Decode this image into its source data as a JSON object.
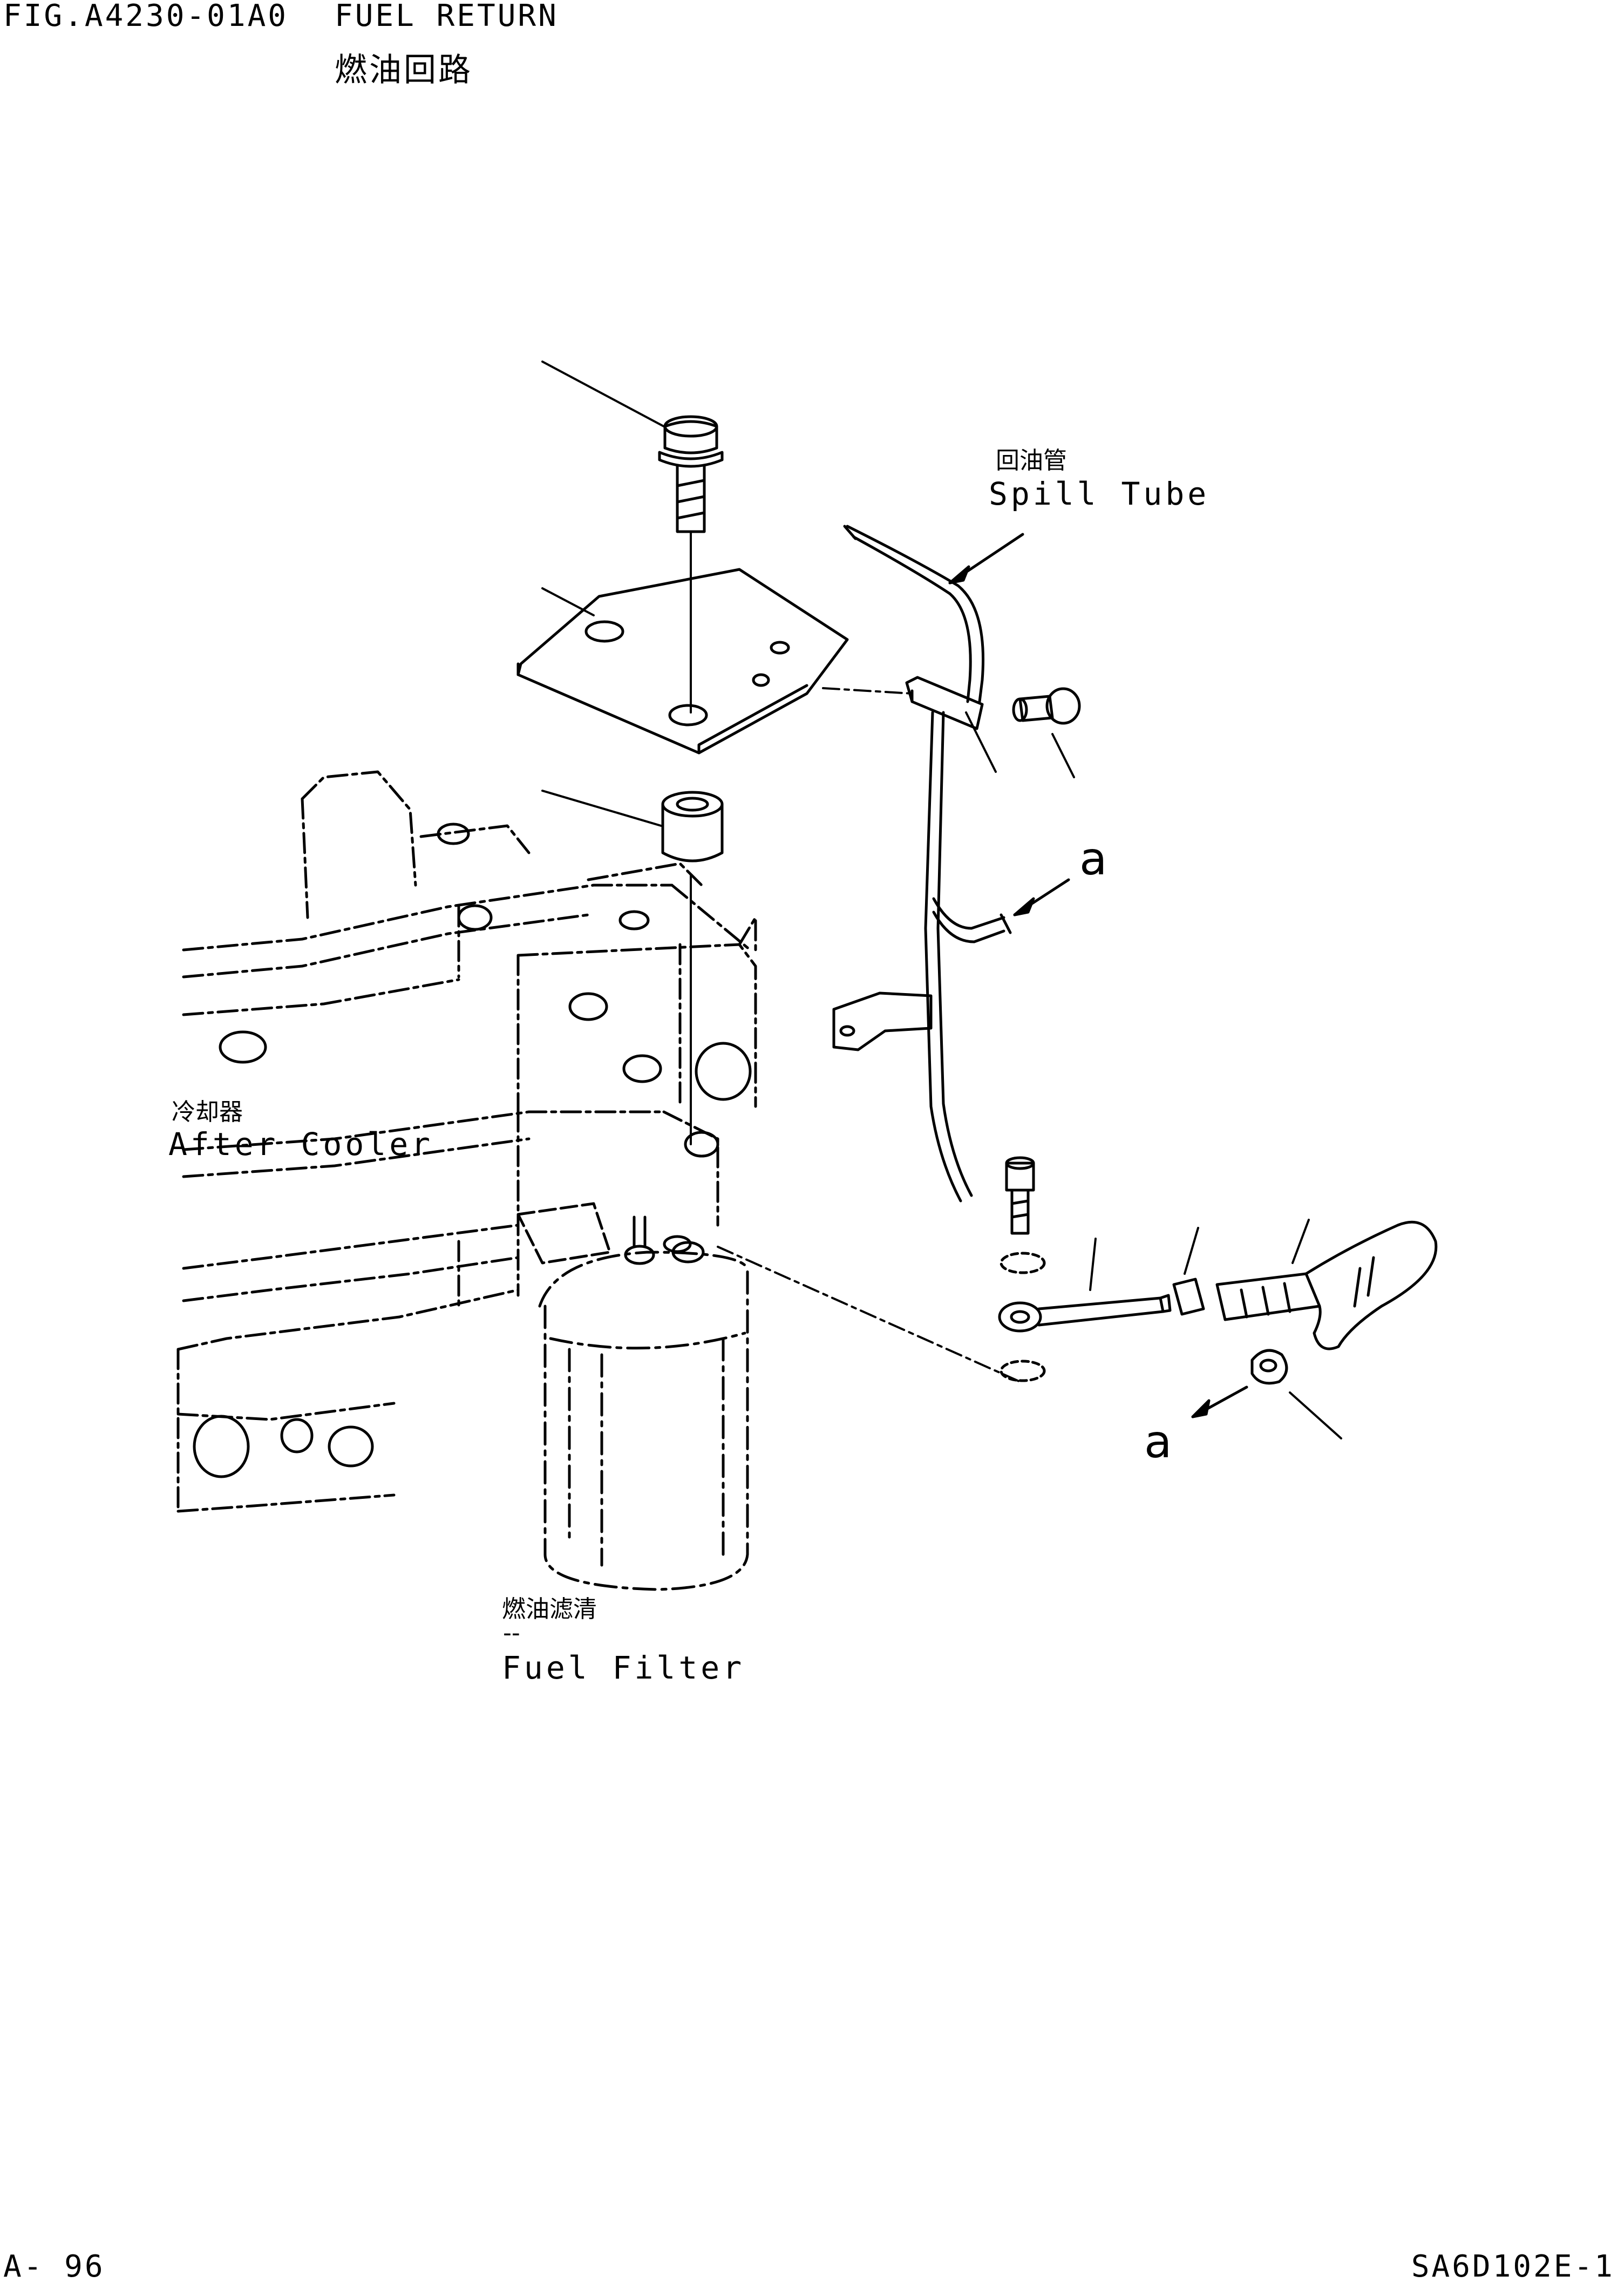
{
  "header": {
    "figure_code": "FIG.A4230-01A0",
    "title_en": "FUEL RETURN",
    "title_cn": "燃油回路"
  },
  "labels": {
    "spill_tube_cn": "回油管",
    "spill_tube_en": "Spill Tube",
    "after_cooler_cn": "冷却器",
    "after_cooler_en": "After Cooler",
    "fuel_filter_cn": "燃油滤清",
    "fuel_filter_dash": "--",
    "fuel_filter_en": "Fuel Filter",
    "ref_a_upper": "a",
    "ref_a_lower": "a"
  },
  "footer": {
    "page": "A- 96",
    "doc_code": "SA6D102E-1"
  }
}
